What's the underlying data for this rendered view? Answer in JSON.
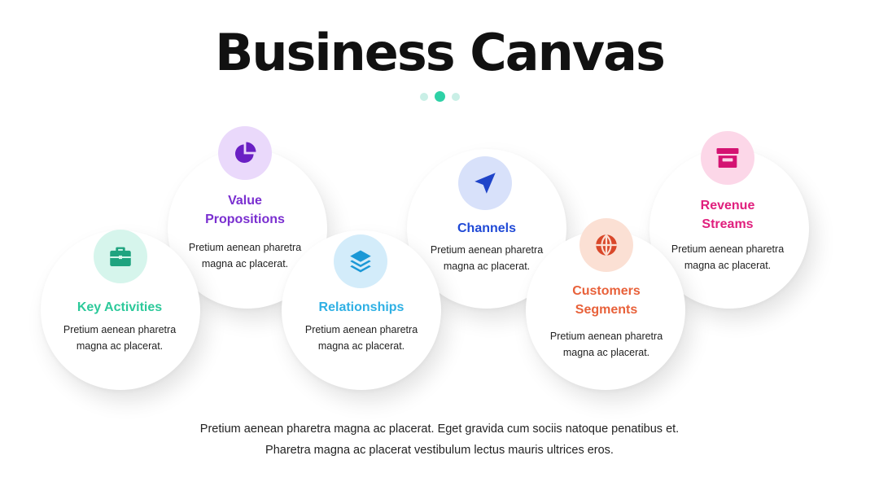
{
  "title": "Business Canvas",
  "colors": {
    "dot_light": "#c9efe6",
    "dot_active": "#2ed1a6",
    "key_activities": "#2cc99a",
    "value_propositions": "#7a2fd0",
    "relationships": "#2fb0e4",
    "channels": "#1f49d6",
    "customers_segments": "#e8613a",
    "revenue_streams": "#e01f7d"
  },
  "items": [
    {
      "label": "Key Activities",
      "desc_line1": "Pretium aenean pharetra",
      "desc_line2": "magna ac placerat.",
      "icon": "briefcase-icon"
    },
    {
      "label_line1": "Value",
      "label_line2": "Propositions",
      "desc_line1": "Pretium aenean pharetra",
      "desc_line2": "magna ac placerat.",
      "icon": "pie-chart-icon"
    },
    {
      "label": "Relationships",
      "desc_line1": "Pretium aenean pharetra",
      "desc_line2": "magna ac placerat.",
      "icon": "layers-icon"
    },
    {
      "label": "Channels",
      "desc_line1": "Pretium aenean pharetra",
      "desc_line2": "magna ac placerat.",
      "icon": "navigation-arrow-icon"
    },
    {
      "label_line1": "Customers",
      "label_line2": "Segments",
      "desc_line1": "Pretium aenean pharetra",
      "desc_line2": "magna ac placerat.",
      "icon": "globe-icon"
    },
    {
      "label_line1": "Revenue",
      "label_line2": "Streams",
      "desc_line1": "Pretium aenean pharetra",
      "desc_line2": "magna ac placerat.",
      "icon": "archive-box-icon"
    }
  ],
  "footer": {
    "line1": "Pretium aenean pharetra magna ac placerat. Eget gravida cum sociis natoque penatibus et.",
    "line2": "Pharetra magna ac placerat vestibulum lectus mauris ultrices eros."
  }
}
